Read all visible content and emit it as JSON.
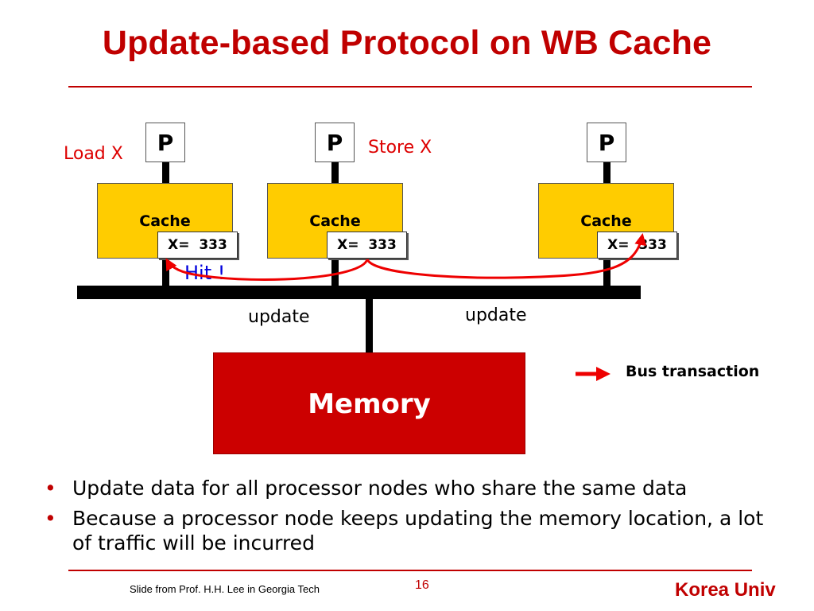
{
  "slide": {
    "title": "Update-based Protocol on WB Cache",
    "processors": [
      {
        "label": "P",
        "cache_label": "Cache",
        "value": "X=  333"
      },
      {
        "label": "P",
        "cache_label": "Cache",
        "value": "X=  333"
      },
      {
        "label": "P",
        "cache_label": "Cache",
        "value": "X=  333"
      }
    ],
    "actions": {
      "load": "Load X",
      "store": "Store X",
      "hit": "Hit !"
    },
    "bus_labels": [
      "update",
      "update"
    ],
    "memory_label": "Memory",
    "legend": {
      "label": "Bus transaction",
      "color": "#ee0000"
    },
    "bullets": [
      "Update data for all processor nodes who share the same data",
      "Because a processor node keeps updating the memory location, a lot of traffic will be incurred"
    ],
    "footer": {
      "source": "Slide from Prof. H.H. Lee in Georgia Tech",
      "page": "16",
      "org": "Korea Univ"
    },
    "colors": {
      "accent": "#c00000",
      "cache": "#ffcc00",
      "memory": "#cc0000",
      "hit": "#0000dd"
    }
  }
}
